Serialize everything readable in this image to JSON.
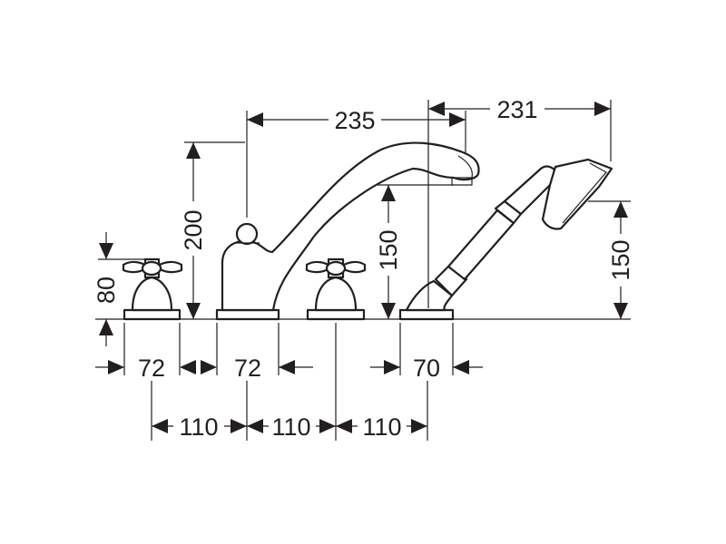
{
  "dimensions": {
    "spout_reach": "235",
    "hand_shower_reach": "231",
    "spout_height": "200",
    "spout_outlet_height": "150",
    "hand_shower_height": "150",
    "handle_height": "80",
    "handle_width_left": "72",
    "spout_base_width": "72",
    "hand_shower_base_width": "70",
    "spacing_1": "110",
    "spacing_2": "110",
    "spacing_3": "110"
  },
  "colors": {
    "line": "#231f20",
    "background": "#ffffff"
  }
}
